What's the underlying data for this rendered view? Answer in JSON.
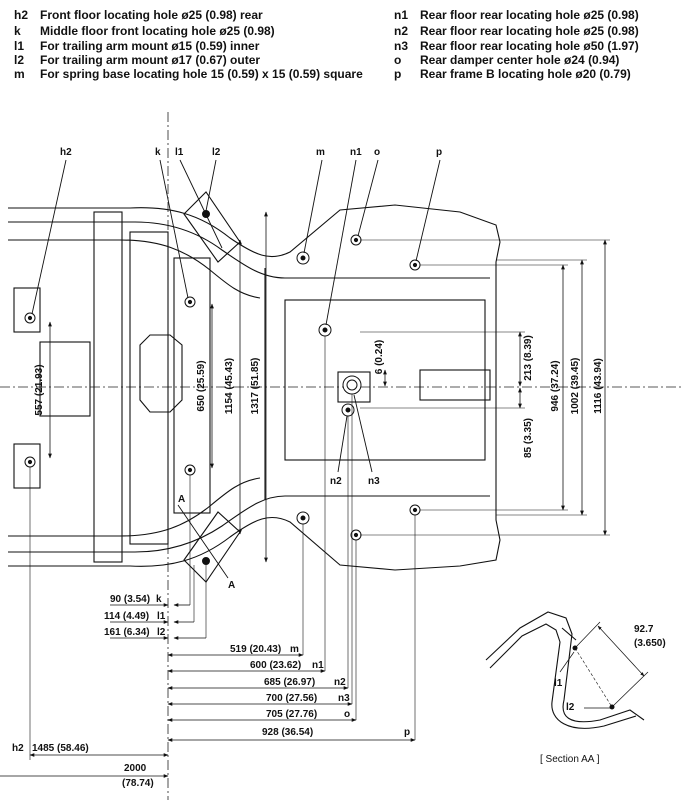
{
  "legend": {
    "left": [
      {
        "code": "h2",
        "text": "Front floor locating hole ø25 (0.98) rear"
      },
      {
        "code": "k",
        "text": "Middle floor front locating hole ø25 (0.98)"
      },
      {
        "code": "l1",
        "text": "For trailing arm mount ø15 (0.59) inner"
      },
      {
        "code": "l2",
        "text": "For trailing arm mount ø17 (0.67) outer"
      },
      {
        "code": "m",
        "text": "For spring base locating hole 15 (0.59) x 15 (0.59) square"
      }
    ],
    "right": [
      {
        "code": "n1",
        "text": "Rear floor rear locating hole ø25 (0.98)"
      },
      {
        "code": "n2",
        "text": "Rear floor rear locating hole ø25 (0.98)"
      },
      {
        "code": "n3",
        "text": "Rear floor rear locating hole ø50 (1.97)"
      },
      {
        "code": "o",
        "text": "Rear damper center hole ø24 (0.94)"
      },
      {
        "code": "p",
        "text": "Rear frame B locating hole ø20 (0.79)"
      }
    ]
  },
  "callouts": {
    "h2": "h2",
    "k": "k",
    "l1": "l1",
    "l2": "l2",
    "m": "m",
    "n1": "n1",
    "o": "o",
    "p": "p",
    "n2": "n2",
    "n3": "n3",
    "a_top": "A",
    "a_bottom": "A"
  },
  "vertical_dims": {
    "d557": "557 (21.93)",
    "d650": "650 (25.59)",
    "d1154": "1154 (45.43)",
    "d1317": "1317 (51.85)",
    "d6": "6 (0.24)",
    "d213": "213 (8.39)",
    "d85": "85 (3.35)",
    "d946": "946 (37.24)",
    "d1002": "1002 (39.45)",
    "d1116": "1116 (43.94)"
  },
  "horizontal_dims": {
    "d90": "90 (3.54)",
    "d90_code": "k",
    "d114": "114 (4.49)",
    "d114_code": "l1",
    "d161": "161 (6.34)",
    "d161_code": "l2",
    "d519": "519 (20.43)",
    "d519_code": "m",
    "d600": "600 (23.62)",
    "d600_code": "n1",
    "d685": "685 (26.97)",
    "d685_code": "n2",
    "d700": "700 (27.56)",
    "d700_code": "n3",
    "d705": "705 (27.76)",
    "d705_code": "o",
    "d928": "928 (36.54)",
    "d928_code": "p",
    "d1485_code": "h2",
    "d1485": "1485 (58.46)",
    "d2000_a": "2000",
    "d2000_b": "(78.74)"
  },
  "section": {
    "dim_value": "92.7",
    "dim_inch": "(3.650)",
    "l1": "l1",
    "l2": "l2",
    "caption": "[ Section AA ]"
  }
}
